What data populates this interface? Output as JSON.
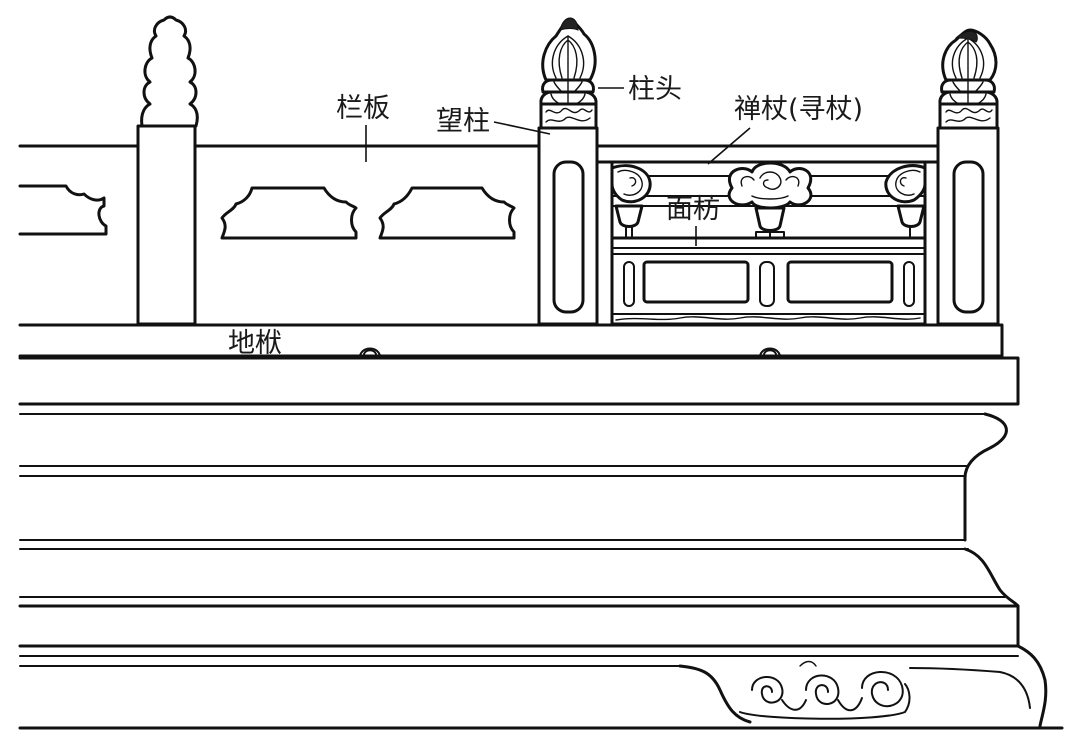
{
  "labels": {
    "lanban": "栏板",
    "wangzhu": "望柱",
    "zhutou": "柱头",
    "xunzhang": "禅杖(寻杖)",
    "mianfang": "面枋",
    "difu": "地栿"
  }
}
